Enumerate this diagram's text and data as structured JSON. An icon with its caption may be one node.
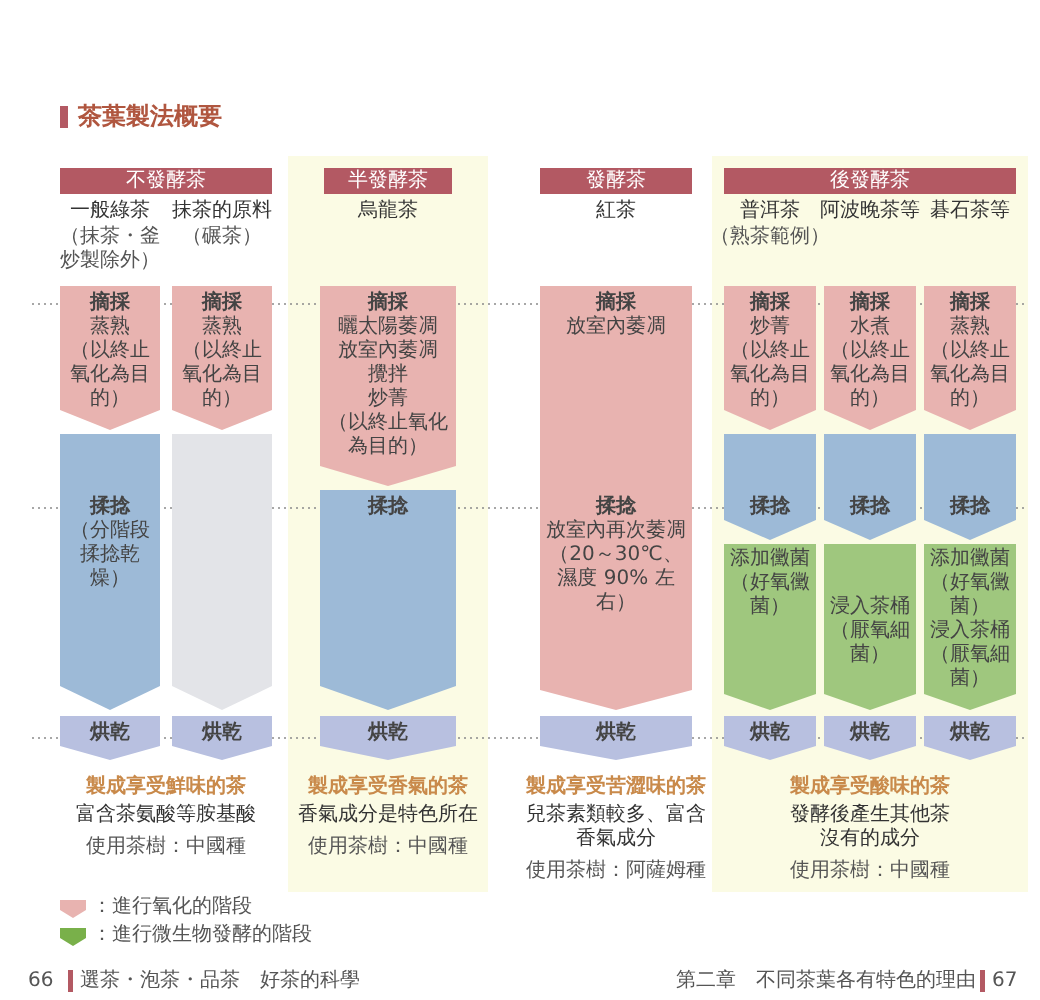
{
  "diagram": {
    "title": "茶葉製法概要",
    "nodes": [
      {
        "text": [],
        "shape": "band"
      },
      {
        "text": [],
        "shape": "band"
      },
      {
        "text": [
          "不發酵茶"
        ]
      },
      {
        "text": [
          "半發酵茶"
        ],
        "in": 0
      },
      {
        "text": [
          "發酵茶"
        ]
      },
      {
        "text": [
          "後發酵茶"
        ],
        "in": 1
      },
      {
        "text": [
          "摘採",
          "蒸熟",
          "（以終止氧化為目的）"
        ]
      },
      {
        "text": [
          "摘採",
          "蒸熟",
          "（以終止氧化為目的）"
        ]
      },
      {
        "text": [
          "摘採",
          "曬太陽萎凋",
          "放室內萎凋",
          "攪拌",
          "炒菁",
          "（以終止氧化為目的）"
        ],
        "in": 0
      },
      {
        "text": [
          "摘採",
          "放室內萎凋",
          "揉捻",
          "放室內再次萎凋",
          "（20～30℃、濕度 90% 左右）"
        ]
      },
      {
        "text": [
          "摘採",
          "炒菁",
          "（以終止氧化為目的）"
        ],
        "in": 1
      },
      {
        "text": [
          "摘採",
          "水煮",
          "（以終止氧化為目的）"
        ],
        "in": 1
      },
      {
        "text": [
          "摘採",
          "蒸熟",
          "（以終止氧化為目的）"
        ],
        "in": 1
      },
      {
        "text": [
          "揉捻",
          "（分階段揉捻乾燥）"
        ]
      },
      {
        "text": [],
        "shape": "chevron"
      },
      {
        "text": [
          "揉捻"
        ],
        "in": 0
      },
      {
        "text": [
          "揉捻"
        ],
        "in": 1
      },
      {
        "text": [
          "揉捻"
        ],
        "in": 1
      },
      {
        "text": [
          "揉捻"
        ],
        "in": 1
      },
      {
        "text": [
          "添加黴菌",
          "（好氧黴菌）"
        ],
        "in": 1
      },
      {
        "text": [
          "浸入茶桶",
          "（厭氧細菌）"
        ],
        "in": 1
      },
      {
        "text": [
          "添加黴菌",
          "（好氧黴菌）",
          "浸入茶桶",
          "（厭氧細菌）"
        ],
        "in": 1
      },
      {
        "text": [
          "烘乾"
        ]
      },
      {
        "text": [
          "烘乾"
        ]
      },
      {
        "text": [
          "烘乾"
        ],
        "in": 0
      },
      {
        "text": [
          "烘乾"
        ]
      },
      {
        "text": [
          "烘乾"
        ],
        "in": 1
      },
      {
        "text": [
          "烘乾"
        ],
        "in": 1
      },
      {
        "text": [
          "烘乾"
        ],
        "in": 1
      }
    ],
    "labels": [
      "一般綠茶",
      "（抹茶・釜炒製除外）",
      "抹茶的原料",
      "（碾茶）",
      "烏龍茶",
      "紅茶",
      "普洱茶",
      "（熟茶範例）",
      "阿波晚茶等",
      "碁石茶等",
      "製成享受鮮味的茶",
      "富含茶氨酸等胺基酸",
      "使用茶樹：中國種",
      "製成享受香氣的茶",
      "香氣成分是特色所在",
      "使用茶樹：中國種",
      "製成享受苦澀味的茶",
      "兒茶素類較多、富含香氣成分",
      "使用茶樹：阿薩姆種",
      "製成享受酸味的茶",
      "發酵後產生其他茶沒有的成分",
      "使用茶樹：中國種",
      "66",
      "選茶・泡茶・品茶　好茶的科學",
      "第二章　不同茶葉各有特色的理由",
      "67"
    ],
    "legend": [
      {
        "text": "：進行氧化的階段",
        "color": "#e8b3b0"
      },
      {
        "text": "：進行微生物發酵的階段",
        "color": "#79b04a"
      }
    ]
  }
}
